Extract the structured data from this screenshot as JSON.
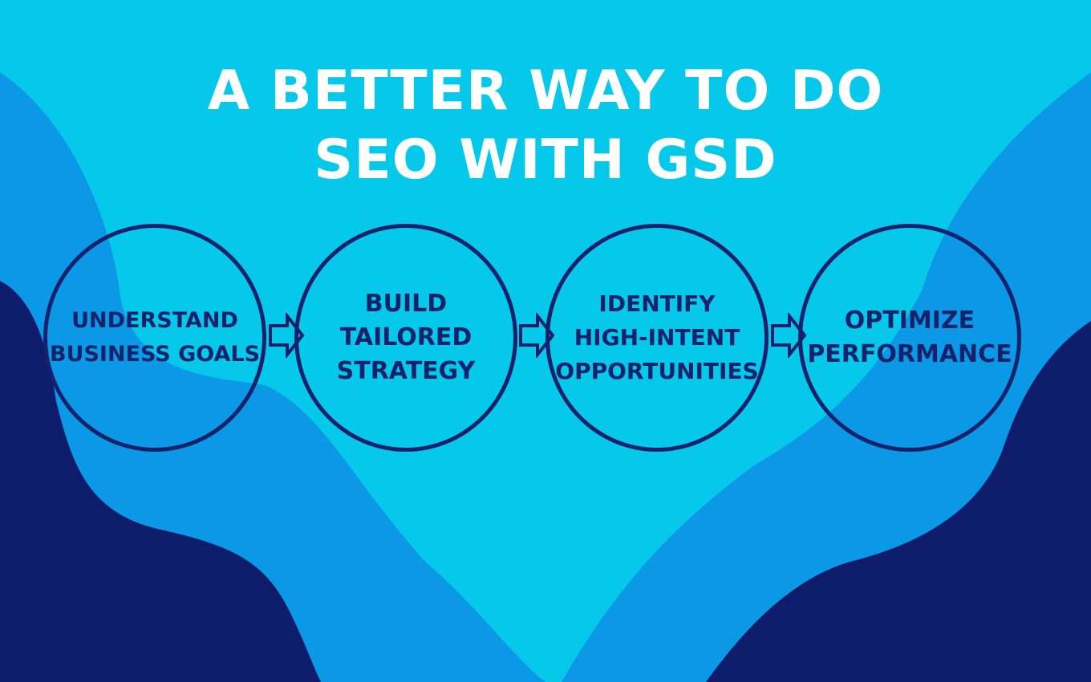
{
  "title": {
    "line_1": "A BETTER WAY TO DO",
    "line_2": "SEO WITH GSD"
  },
  "steps": [
    {
      "lines": [
        "UNDERSTAND",
        "BUSINESS GOALS"
      ]
    },
    {
      "lines": [
        "BUILD",
        "TAILORED",
        "STRATEGY"
      ]
    },
    {
      "lines": [
        "IDENTIFY",
        "HIGH-INTENT",
        "OPPORTUNITIES"
      ]
    },
    {
      "lines": [
        "OPTIMIZE",
        "PERFORMANCE"
      ]
    }
  ],
  "colors": {
    "background_light": "#06c8ea",
    "background_mid": "#0b98e6",
    "background_dark": "#0d1d6b",
    "outline": "#16216b",
    "title_text": "#ffffff"
  }
}
